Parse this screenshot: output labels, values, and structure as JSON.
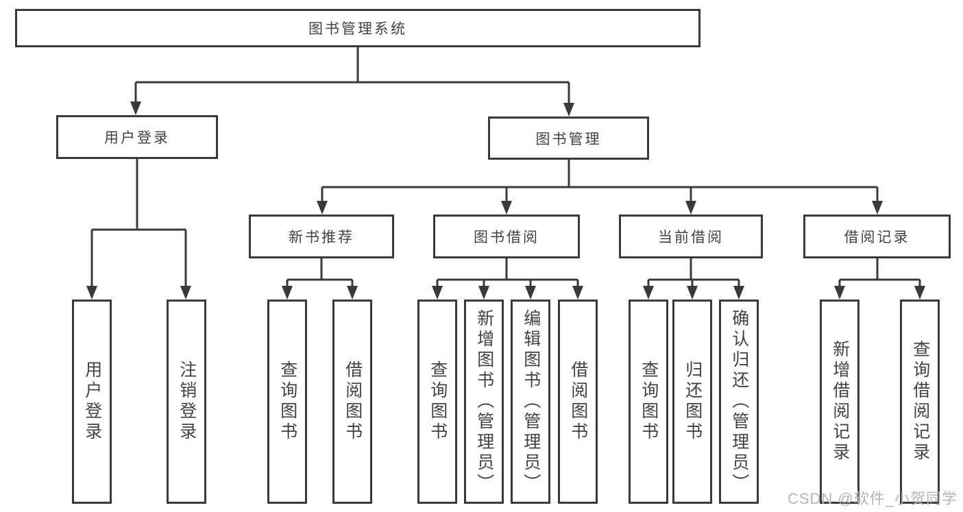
{
  "diagram": {
    "root": {
      "label": "图书管理系统"
    },
    "level2": [
      {
        "label": "用户登录"
      },
      {
        "label": "图书管理"
      }
    ],
    "level3": [
      {
        "label": "新书推荐"
      },
      {
        "label": "图书借阅"
      },
      {
        "label": "当前借阅"
      },
      {
        "label": "借阅记录"
      }
    ],
    "leaves": [
      {
        "label": "用户登录"
      },
      {
        "label": "注销登录"
      },
      {
        "label": "查询图书"
      },
      {
        "label": "借阅图书"
      },
      {
        "label": "查询图书"
      },
      {
        "label": "新增图书（管理员）"
      },
      {
        "label": "编辑图书（管理员）"
      },
      {
        "label": "借阅图书"
      },
      {
        "label": "查询图书"
      },
      {
        "label": "归还图书"
      },
      {
        "label": "确认归还（管理员）"
      },
      {
        "label": "新增借阅记录"
      },
      {
        "label": "查询借阅记录"
      }
    ]
  },
  "watermark": {
    "text": "CSDN @软件_小贺同学"
  },
  "colors": {
    "line": "#3a3a3a",
    "text": "#424242",
    "watermark": "#b5b5b5",
    "background": "#ffffff"
  }
}
